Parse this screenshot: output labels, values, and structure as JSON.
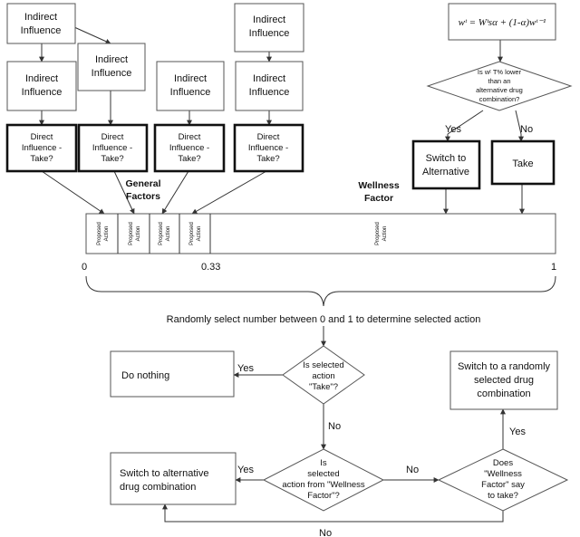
{
  "top": {
    "indirect_influence": "Indirect Influence",
    "direct_influence": "Direct Influence - Take?",
    "formula": "wᵗ = Wᵗsα + (1-α)wᵗ⁻¹",
    "wellness_question": "Is wᵗ T% lower than an alternative drug combination?",
    "yes": "Yes",
    "no": "No",
    "switch_to_alternative": "Switch to Alternative",
    "take": "Take",
    "general_factors": "General Factors",
    "wellness_factor": "Wellness Factor"
  },
  "bar": {
    "proposed_action": "Proposed Action",
    "tick_0": "0",
    "tick_033": "0.33",
    "tick_1": "1"
  },
  "random_select": "Randomly select number between 0 and 1 to determine selected action",
  "bottom": {
    "q_take": "Is selected action \"Take\"?",
    "do_nothing": "Do nothing",
    "q_from_wellness": "Is selected action from \"Wellness Factor\"?",
    "switch_alt_combo": "Switch to alternative drug combination",
    "q_wellness_say_take": "Does \"Wellness Factor\" say to take?",
    "switch_random_combo": "Switch to a randomly selected drug combination",
    "yes": "Yes",
    "no": "No"
  }
}
